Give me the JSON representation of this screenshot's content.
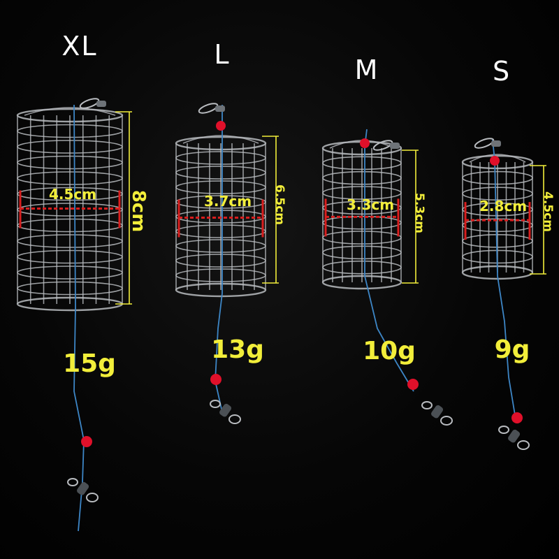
{
  "products": [
    {
      "size": "XL",
      "diameter": "4.5cm",
      "height": "8cm",
      "weight": "15g"
    },
    {
      "size": "L",
      "diameter": "3.7cm",
      "height": "6.5cm",
      "weight": "13g"
    },
    {
      "size": "M",
      "diameter": "3.3cm",
      "height": "5.3cm",
      "weight": "10g"
    },
    {
      "size": "S",
      "diameter": "2.8cm",
      "height": "4.5cm",
      "weight": "9g"
    }
  ],
  "colors": {
    "background": "#000000",
    "label_white": "#ffffff",
    "label_yellow": "#f2ee3a",
    "dimension_red": "#d81e1e",
    "wire_steel": "#b9bcc0",
    "line_blue": "#3d86c6",
    "bead_red": "#e0102a"
  }
}
